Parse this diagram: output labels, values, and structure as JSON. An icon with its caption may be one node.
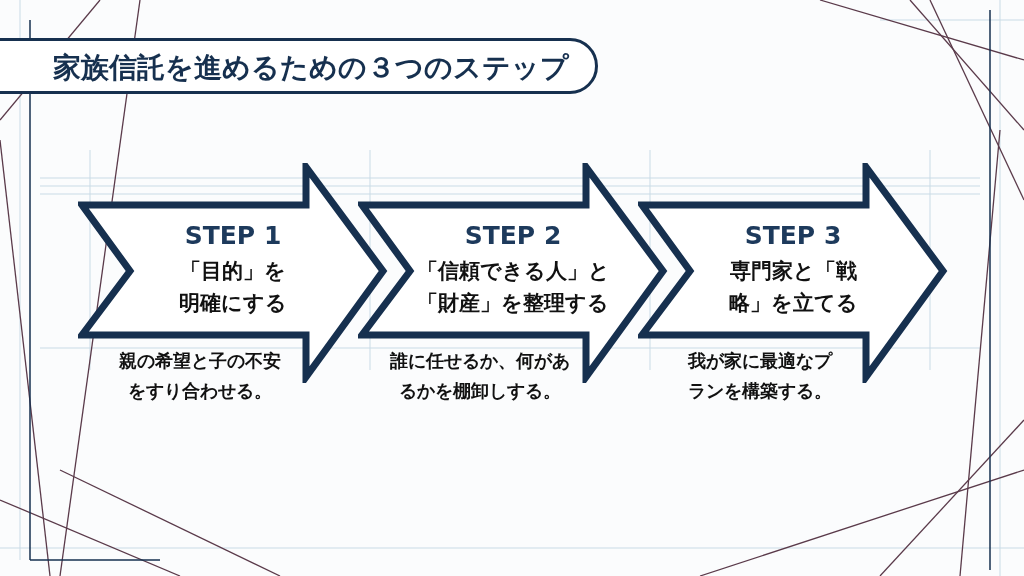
{
  "diagram": {
    "title": "家族信託を進めるための３つのステップ",
    "nodes": [
      {
        "text": [
          "STEP 1",
          "「目的」を明確にする"
        ],
        "beside": [
          "親の希望と子の不安をすり合わせる。"
        ]
      },
      {
        "text": [
          "STEP 2",
          "「信頼できる人」と「財産」を整理する"
        ],
        "beside": [
          "誰に任せるか、何があるかを棚卸しする。"
        ]
      },
      {
        "text": [
          "STEP 3",
          "専門家と「戦略」を立てる"
        ],
        "beside": [
          "我が家に最適なプランを構築する。"
        ]
      }
    ]
  }
}
